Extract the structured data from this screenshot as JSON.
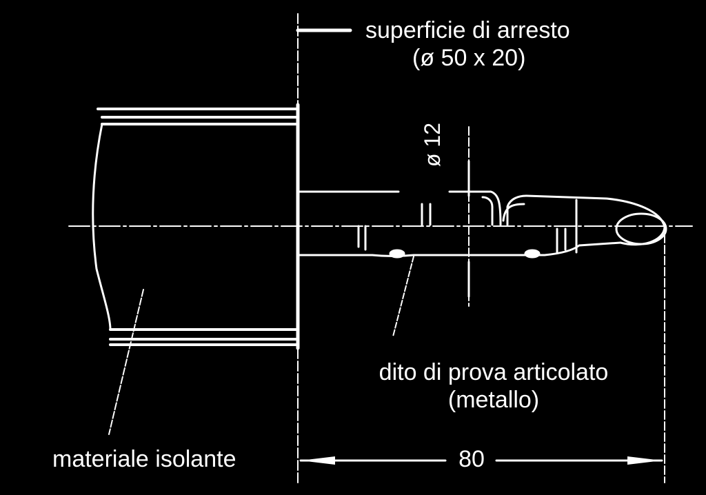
{
  "diagram": {
    "labels": {
      "stop_surface_line1": "superficie di arresto",
      "stop_surface_line2": "(ø 50 x 20)",
      "finger_diameter": "ø 12",
      "test_finger_line1": "dito di prova articolato",
      "test_finger_line2": "(metallo)",
      "insulating_material": "materiale isolante",
      "length_dimension": "80"
    },
    "colors": {
      "background": "#000000",
      "stroke": "#ffffff"
    }
  }
}
